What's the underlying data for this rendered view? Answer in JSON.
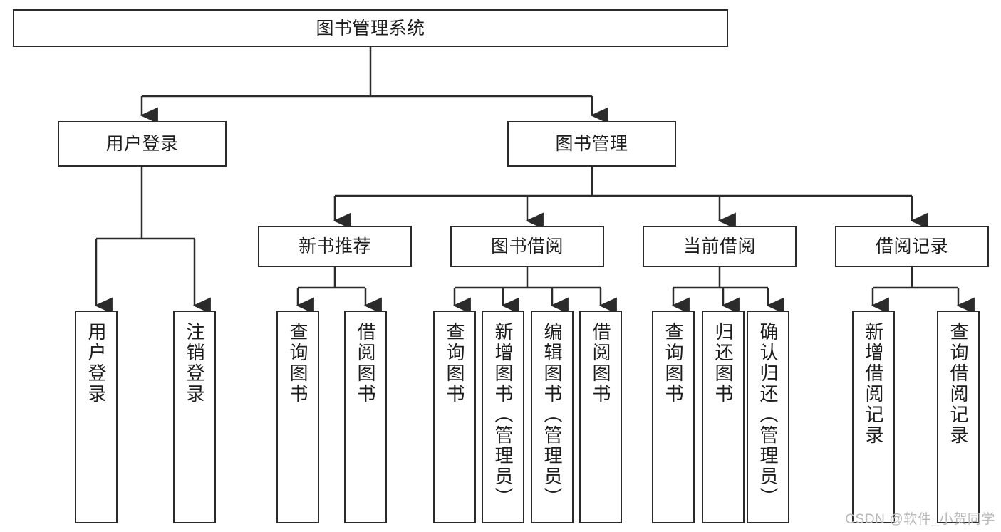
{
  "diagram": {
    "type": "tree-hierarchy-chart",
    "title": "图书管理系统",
    "line_color": "#2b2b2b",
    "box_fill": "#ffffff",
    "text_color": "#1c1c1c",
    "root": {
      "label": "图书管理系统"
    },
    "level2": [
      {
        "label": "用户登录"
      },
      {
        "label": "图书管理"
      }
    ],
    "level3": [
      {
        "label": "新书推荐"
      },
      {
        "label": "图书借阅"
      },
      {
        "label": "当前借阅"
      },
      {
        "label": "借阅记录"
      }
    ],
    "leaves": {
      "user_login": [
        {
          "label": "用户登录"
        },
        {
          "label": "注销登录"
        }
      ],
      "new_book_recommend": [
        {
          "label": "查询图书"
        },
        {
          "label": "借阅图书"
        }
      ],
      "book_borrow": [
        {
          "label": "查询图书"
        },
        {
          "label": "新增图书（管理员）"
        },
        {
          "label": "编辑图书（管理员）"
        },
        {
          "label": "借阅图书"
        }
      ],
      "current_borrow": [
        {
          "label": "查询图书"
        },
        {
          "label": "归还图书"
        },
        {
          "label": "确认归还（管理员）"
        }
      ],
      "borrow_record": [
        {
          "label": "新增借阅记录"
        },
        {
          "label": "查询借阅记录"
        }
      ]
    }
  },
  "watermark": {
    "text": "CSDN @软件_小贺同学"
  }
}
